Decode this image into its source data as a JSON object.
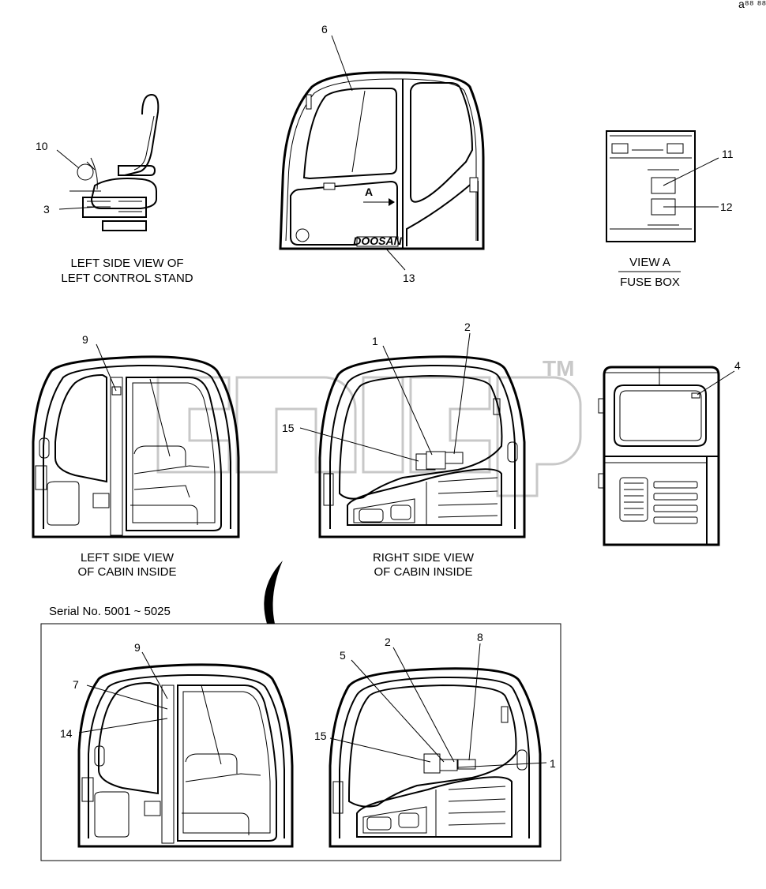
{
  "corner_mark": "a⁸⁸ ⁸⁸⁸",
  "views": {
    "seat": {
      "caption_line1": "LEFT SIDE VIEW OF",
      "caption_line2": "LEFT CONTROL STAND"
    },
    "door": {
      "arrow_label": "A",
      "brand_plate": "DOOSAN"
    },
    "fuse_box": {
      "caption_line1": "VIEW  A",
      "caption_line2": "FUSE BOX"
    },
    "left_cabin": {
      "caption_line1": "LEFT SIDE VIEW",
      "caption_line2": "OF CABIN INSIDE"
    },
    "right_cabin": {
      "caption_line1": "RIGHT SIDE VIEW",
      "caption_line2": "OF CABIN INSIDE"
    }
  },
  "serial_section": {
    "label": "Serial No. 5001 ~ 5025"
  },
  "callouts": {
    "seat_10": "10",
    "seat_3": "3",
    "door_6": "6",
    "door_13": "13",
    "fuse_11": "11",
    "fuse_12": "12",
    "left_9": "9",
    "right_1": "1",
    "right_2": "2",
    "right_15": "15",
    "rear_4": "4",
    "serial_left_9": "9",
    "serial_left_7": "7",
    "serial_left_14": "14",
    "serial_right_5": "5",
    "serial_right_2": "2",
    "serial_right_8": "8",
    "serial_right_15": "15",
    "serial_right_1": "1"
  },
  "watermark": {
    "tm": "TM"
  }
}
